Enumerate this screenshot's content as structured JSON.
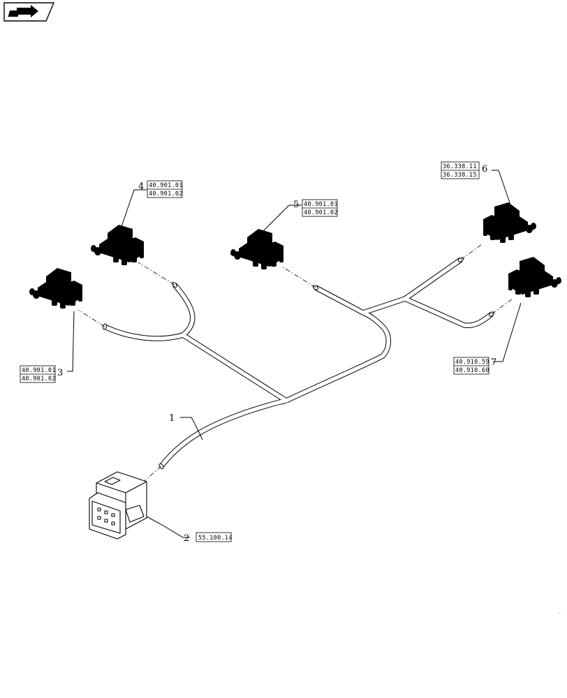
{
  "nav_icon": "arrow-right-icon",
  "callouts": [
    {
      "id": "1",
      "label": "1",
      "refs": []
    },
    {
      "id": "2",
      "label": "2",
      "refs": [
        "55.100.14"
      ]
    },
    {
      "id": "3",
      "label": "3",
      "refs": [
        "40.901.01",
        "40.901.02"
      ]
    },
    {
      "id": "4",
      "label": "4",
      "refs": [
        "40.901.01",
        "40.901.02"
      ]
    },
    {
      "id": "5",
      "label": "5",
      "refs": [
        "40.901.01",
        "40.901.02"
      ]
    },
    {
      "id": "6",
      "label": "6",
      "refs": [
        "36.338.11",
        "36.338.15"
      ]
    },
    {
      "id": "7",
      "label": "7",
      "refs": [
        "40.910.59",
        "40.910.60"
      ]
    }
  ]
}
